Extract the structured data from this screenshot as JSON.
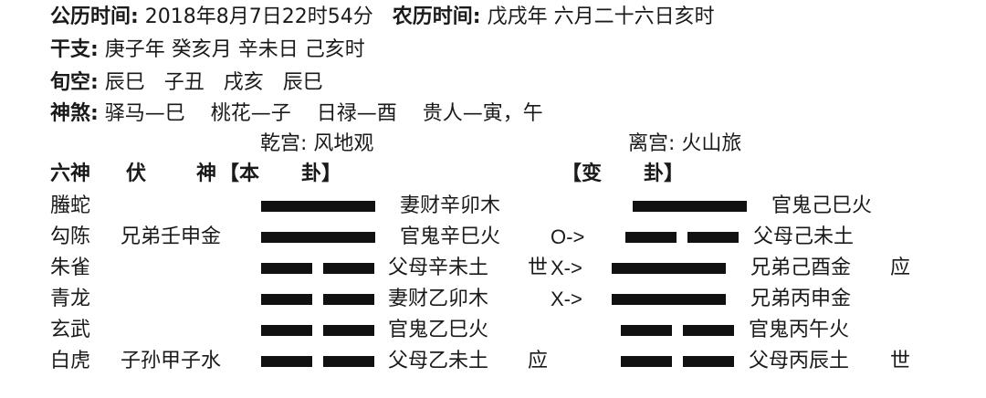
{
  "header": {
    "solar_label": "公历时间:",
    "solar_value": " 2018年8月7日22时54分",
    "lunar_label": "农历时间:",
    "lunar_value": " 戊戌年 六月二十六日亥时",
    "ganzhi_label": "干支:",
    "ganzhi_value": " 庚子年 癸亥月 辛未日 己亥时",
    "xunkong_label": "旬空:",
    "xunkong_value": " 辰巳   子丑   戌亥   辰巳",
    "shensha_label": "神煞:",
    "shensha_value": " 驿马—巳    桃花—子    日禄—酉    贵人—寅，午"
  },
  "palaces": {
    "ben": "乾宫: 风地观",
    "bian": "离宫: 火山旅"
  },
  "columns": {
    "liushen": "六神",
    "fu": "伏",
    "shen": "神",
    "ben": "【本      卦】",
    "bian": "【变      卦】"
  },
  "rows": [
    {
      "liushen": "螣蛇",
      "fushen": "",
      "ben_yao": "yang",
      "ben_text": "妻财辛卯木",
      "ben_mark": "",
      "change": "",
      "bian_yao": "yang",
      "bian_text": "官鬼己巳火",
      "bian_mark": ""
    },
    {
      "liushen": "勾陈",
      "fushen": "兄弟壬申金",
      "ben_yao": "yang",
      "ben_text": "官鬼辛巳火",
      "ben_mark": "",
      "change": "O->",
      "bian_yao": "yin",
      "bian_text": "父母己未土",
      "bian_mark": ""
    },
    {
      "liushen": "朱雀",
      "fushen": "",
      "ben_yao": "yin",
      "ben_text": "父母辛未土",
      "ben_mark": "世",
      "change": "X->",
      "bian_yao": "yang",
      "bian_text": "兄弟己酉金",
      "bian_mark": "应"
    },
    {
      "liushen": "青龙",
      "fushen": "",
      "ben_yao": "yin",
      "ben_text": "妻财乙卯木",
      "ben_mark": "",
      "change": "X->",
      "bian_yao": "yang",
      "bian_text": "兄弟丙申金",
      "bian_mark": ""
    },
    {
      "liushen": "玄武",
      "fushen": "",
      "ben_yao": "yin",
      "ben_text": "官鬼乙巳火",
      "ben_mark": "",
      "change": "",
      "bian_yao": "yin",
      "bian_text": "官鬼丙午火",
      "bian_mark": ""
    },
    {
      "liushen": "白虎",
      "fushen": "子孙甲子水",
      "ben_yao": "yin",
      "ben_text": "父母乙未土",
      "ben_mark": "应",
      "change": "",
      "bian_yao": "yin",
      "bian_text": "父母丙辰土",
      "bian_mark": "世"
    }
  ]
}
